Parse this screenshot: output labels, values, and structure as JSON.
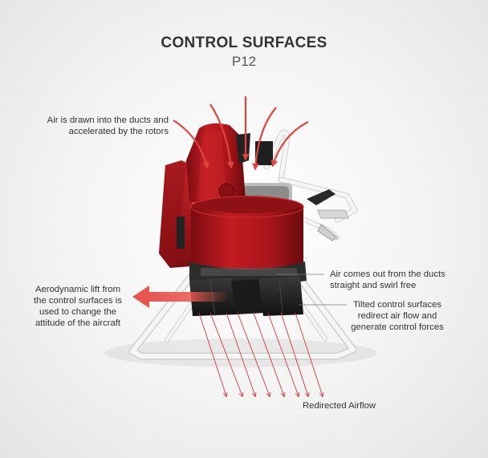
{
  "header": {
    "title": "CONTROL SURFACES",
    "subtitle": "P12"
  },
  "annotations": {
    "intake": [
      "Air is drawn into the ducts and",
      "accelerated by the rotors"
    ],
    "outflow": [
      "Air comes out from the ducts",
      "straight and swirl free"
    ],
    "lift": [
      "Aerodynamic lift from",
      "the control surfaces is",
      "used to change the",
      "attitude of the aircraft"
    ],
    "tilted": [
      "Tilted control surfaces",
      "redirect air flow and",
      "generate control forces"
    ],
    "redirected": "Redirected Airflow"
  },
  "colors": {
    "body_red": "#b0181c",
    "body_red_dark": "#6e0b0e",
    "arrow_red": "#e8564e",
    "flow_red": "#d9363a",
    "frame_white": "#f4f4f4",
    "control_black": "#1d1d1d"
  }
}
